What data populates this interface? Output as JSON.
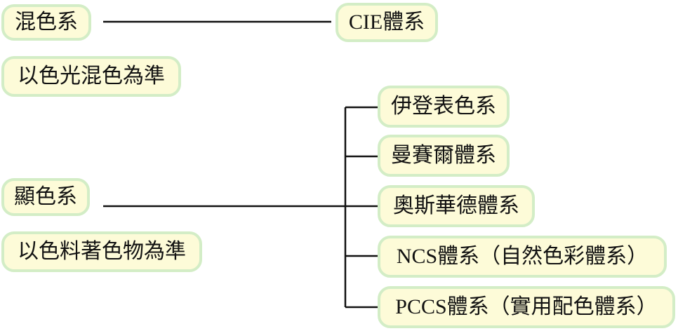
{
  "diagram": {
    "mixing_system": {
      "label": "混色系",
      "note": "以色光混色為準"
    },
    "cie": {
      "label": "CIE體系"
    },
    "pigment_system": {
      "label": "顯色系",
      "note": "以色料著色物為準"
    },
    "systems": [
      {
        "label": "伊登表色系"
      },
      {
        "label": "曼賽爾體系"
      },
      {
        "label": "奧斯華德體系"
      },
      {
        "label": "NCS體系（自然色彩體系）"
      },
      {
        "label": "PCCS體系（實用配色體系）"
      }
    ]
  },
  "colors": {
    "box_fill": "#fdfbd8",
    "box_border": "#d3edc6",
    "line": "#111111"
  }
}
